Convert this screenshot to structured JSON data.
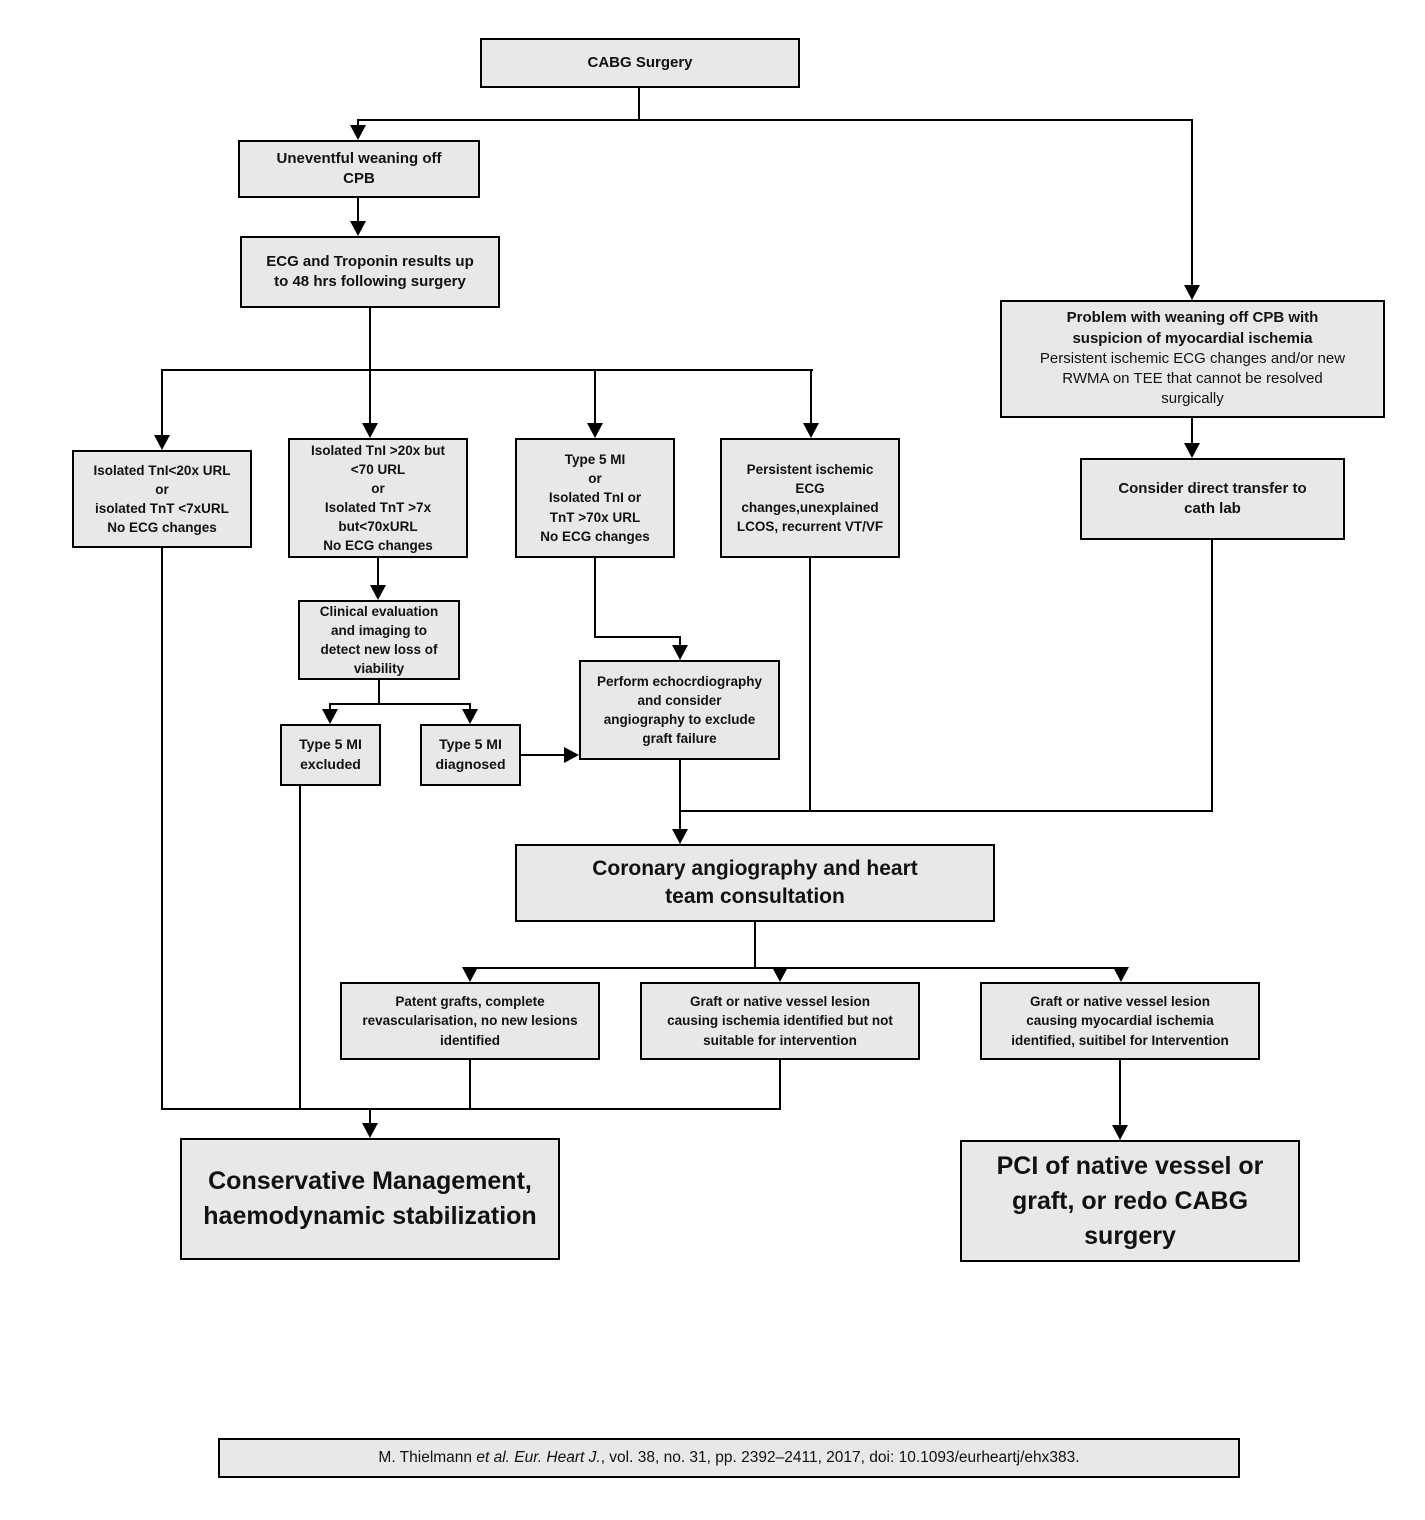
{
  "nodes": {
    "cabg": {
      "text": "CABG Surgery"
    },
    "uneventful": {
      "text": "Uneventful weaning off\nCPB"
    },
    "ecg48": {
      "text": "ECG and Troponin results up\nto 48 hrs following surgery"
    },
    "problem": {
      "title": "Problem with weaning off CPB with\nsuspicion of myocardial ischemia",
      "body": "Persistent ischemic ECG changes and/or new\nRWMA on TEE that cannot be resolved\nsurgically"
    },
    "cathlab": {
      "text": "Consider direct transfer to\ncath lab"
    },
    "tn_low": {
      "text": "Isolated TnI<20x URL\nor\nisolated TnT <7xURL\nNo ECG changes"
    },
    "tn_mid": {
      "text": "Isolated TnI >20x but\n<70 URL\nor\nIsolated TnT >7x\nbut<70xURL\nNo ECG changes"
    },
    "tn_high": {
      "text": "Type 5 MI\nor\nIsolated TnI or\nTnT >70x URL\nNo ECG changes"
    },
    "persistent": {
      "text": "Persistent ischemic\nECG\nchanges,unexplained\nLCOS, recurrent VT/VF"
    },
    "clinical": {
      "text": "Clinical evaluation\nand imaging to\ndetect new loss of\nviability"
    },
    "mi_excluded": {
      "text": "Type 5 MI\nexcluded"
    },
    "mi_diagnosed": {
      "text": "Type 5 MI\ndiagnosed"
    },
    "echo": {
      "text": "Perform echocrdiography\nand consider\nangiography to exclude\ngraft failure"
    },
    "coronary": {
      "text": "Coronary angiography and heart\nteam consultation"
    },
    "patent": {
      "text": "Patent grafts, complete\nrevascularisation, no new lesions\nidentified"
    },
    "not_suitable": {
      "text": "Graft or native vessel lesion\ncausing ischemia identified but not\nsuitable for intervention"
    },
    "suitable": {
      "text": "Graft or native vessel lesion\ncausing myocardial ischemia\nidentified, suitibel for Intervention"
    },
    "conservative": {
      "text": "Conservative Management,\nhaemodynamic stabilization"
    },
    "pci": {
      "text": "PCI of native vessel or\ngraft, or redo CABG\nsurgery"
    }
  },
  "citation": {
    "pre": "M. Thielmann ",
    "italic": "et al. Eur. Heart J.",
    "post": ", vol. 38, no. 31, pp. 2392–2411, 2017, doi: 10.1093/eurheartj/ehx383."
  },
  "colors": {
    "box_fill": "#e8e8e8",
    "box_border": "#000000",
    "line": "#000000"
  }
}
